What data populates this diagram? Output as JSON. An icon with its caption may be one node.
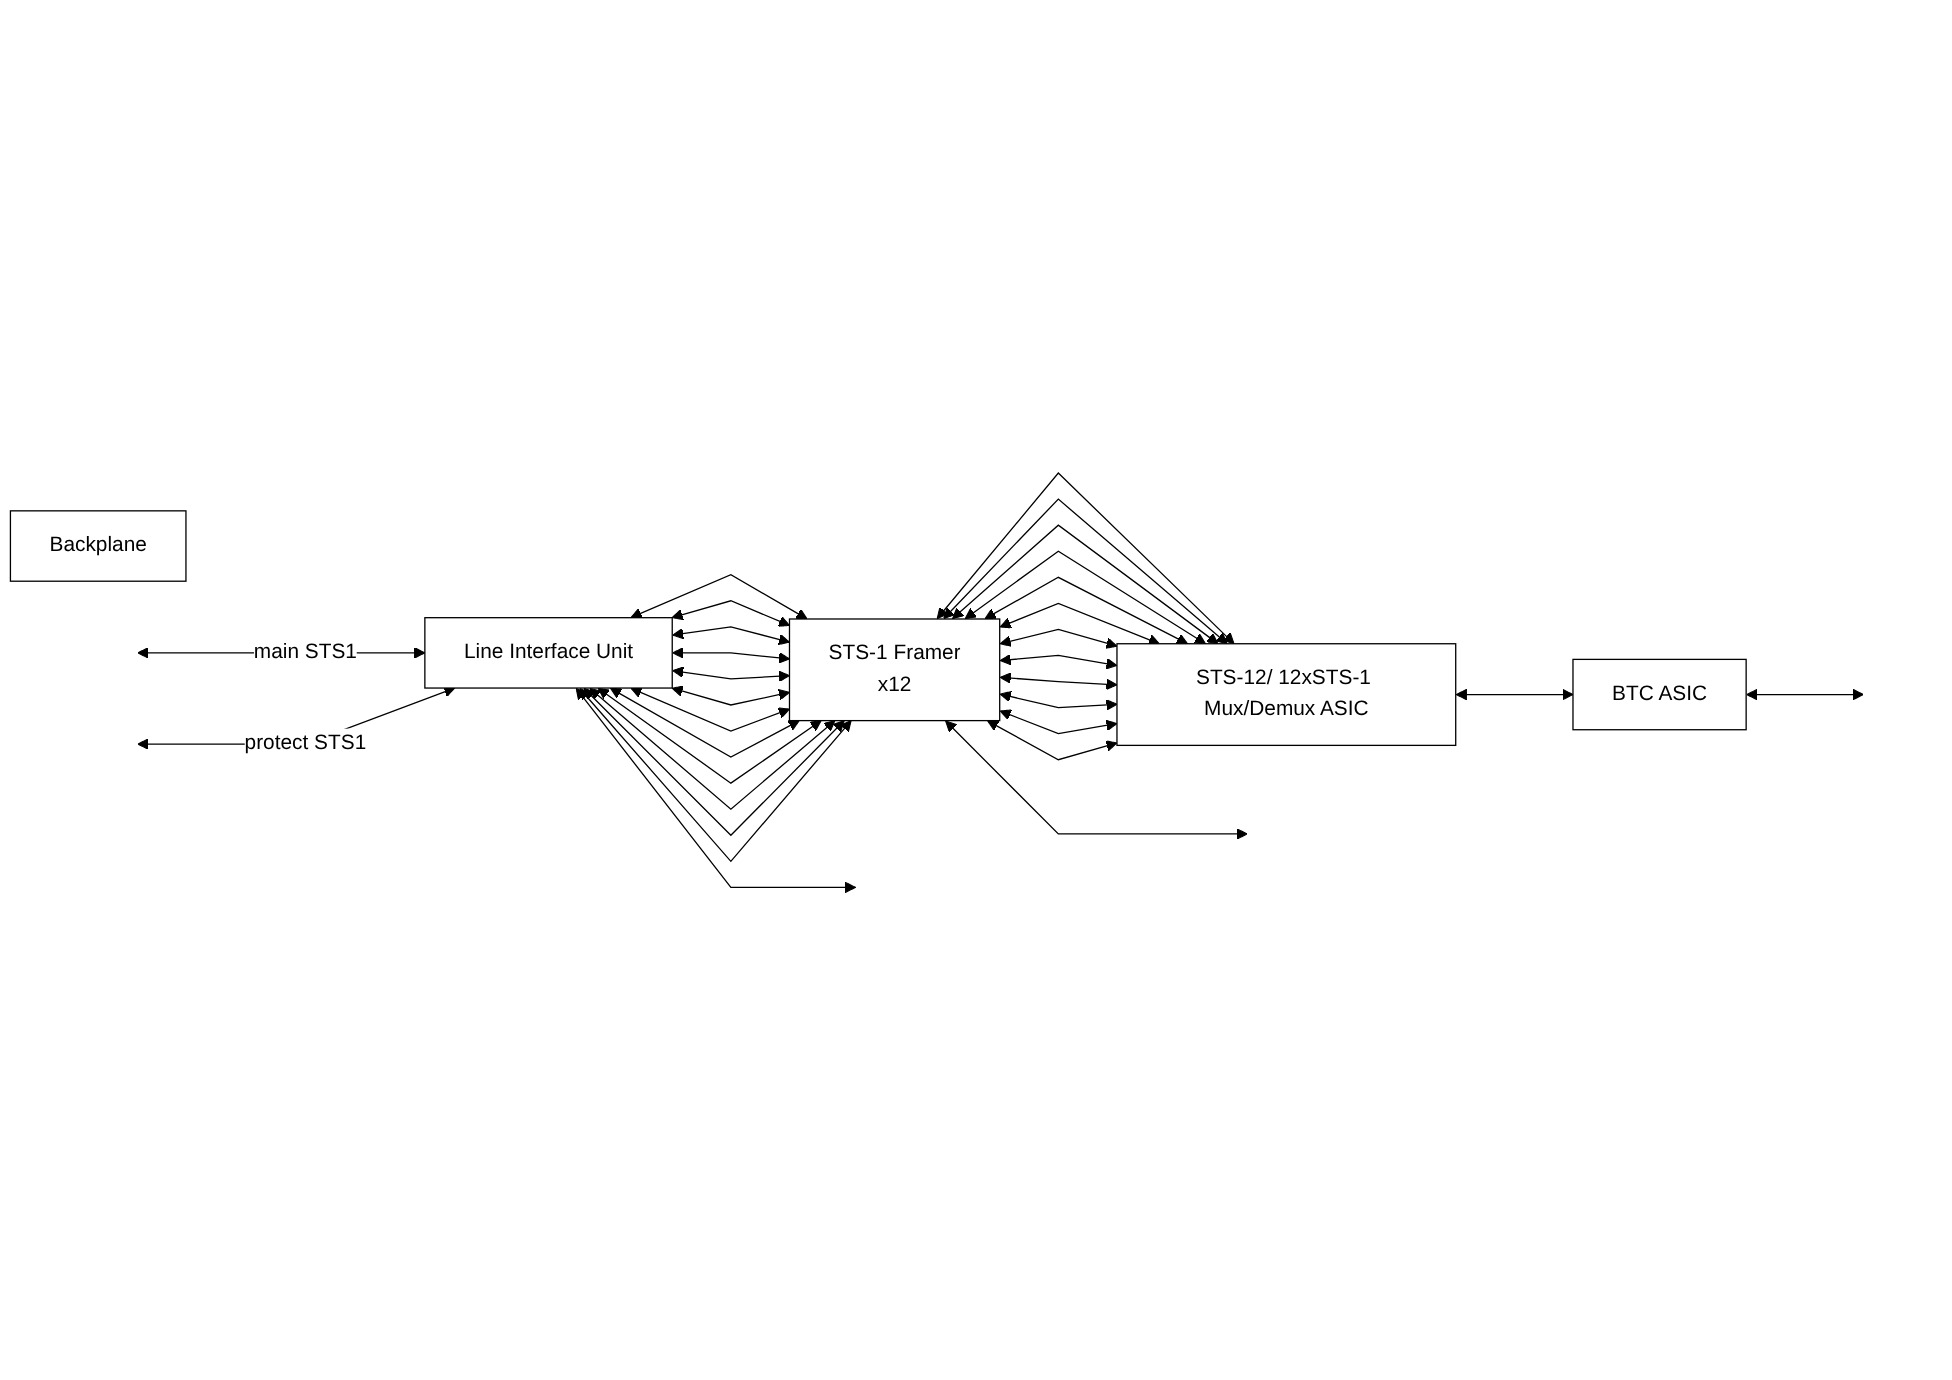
{
  "diagram": {
    "nodes": [
      {
        "text": [
          "Line Interface Unit"
        ]
      },
      {
        "text": [
          "STS-1 Framer",
          "x12"
        ]
      },
      {
        "text": [
          "STS-12/ 12xSTS-1 Mux/Demux ASIC"
        ]
      },
      {
        "text": [
          "BTC ASIC"
        ]
      },
      {
        "text": [
          "Backplane"
        ]
      }
    ],
    "edges": [
      {
        "from": null,
        "to": 0,
        "arrow": "both",
        "label": "main STS1"
      },
      {
        "from": null,
        "to": 0,
        "arrow": "both",
        "label": "protect STS1"
      },
      {
        "from": 0,
        "to": 1,
        "arrow": "both"
      },
      {
        "from": 0,
        "to": 1,
        "arrow": "both"
      },
      {
        "from": 0,
        "to": 1,
        "arrow": "both"
      },
      {
        "from": 0,
        "to": 1,
        "arrow": "both"
      },
      {
        "from": 0,
        "to": 1,
        "arrow": "both"
      },
      {
        "from": 0,
        "to": 1,
        "arrow": "both"
      },
      {
        "from": 0,
        "to": 1,
        "arrow": "both"
      },
      {
        "from": 0,
        "to": 1,
        "arrow": "both"
      },
      {
        "from": 0,
        "to": 1,
        "arrow": "both"
      },
      {
        "from": 0,
        "to": 1,
        "arrow": "both"
      },
      {
        "from": 0,
        "to": 1,
        "arrow": "both"
      },
      {
        "from": 0,
        "to": 1,
        "arrow": "both"
      },
      {
        "from": 1,
        "to": 2,
        "arrow": "both"
      },
      {
        "from": 1,
        "to": 2,
        "arrow": "both"
      },
      {
        "from": 1,
        "to": 2,
        "arrow": "both"
      },
      {
        "from": 1,
        "to": 2,
        "arrow": "both"
      },
      {
        "from": 1,
        "to": 2,
        "arrow": "both"
      },
      {
        "from": 1,
        "to": 2,
        "arrow": "both"
      },
      {
        "from": 1,
        "to": 2,
        "arrow": "both"
      },
      {
        "from": 1,
        "to": 2,
        "arrow": "both"
      },
      {
        "from": 1,
        "to": 2,
        "arrow": "both"
      },
      {
        "from": 1,
        "to": 2,
        "arrow": "both"
      },
      {
        "from": 1,
        "to": 2,
        "arrow": "both"
      },
      {
        "from": 1,
        "to": 2,
        "arrow": "both"
      },
      {
        "from": 2,
        "to": 3,
        "arrow": "both"
      },
      {
        "from": 0,
        "to": null,
        "arrow": "both"
      },
      {
        "from": 1,
        "to": null,
        "arrow": "both"
      },
      {
        "from": 3,
        "to": null,
        "arrow": "both"
      }
    ]
  }
}
